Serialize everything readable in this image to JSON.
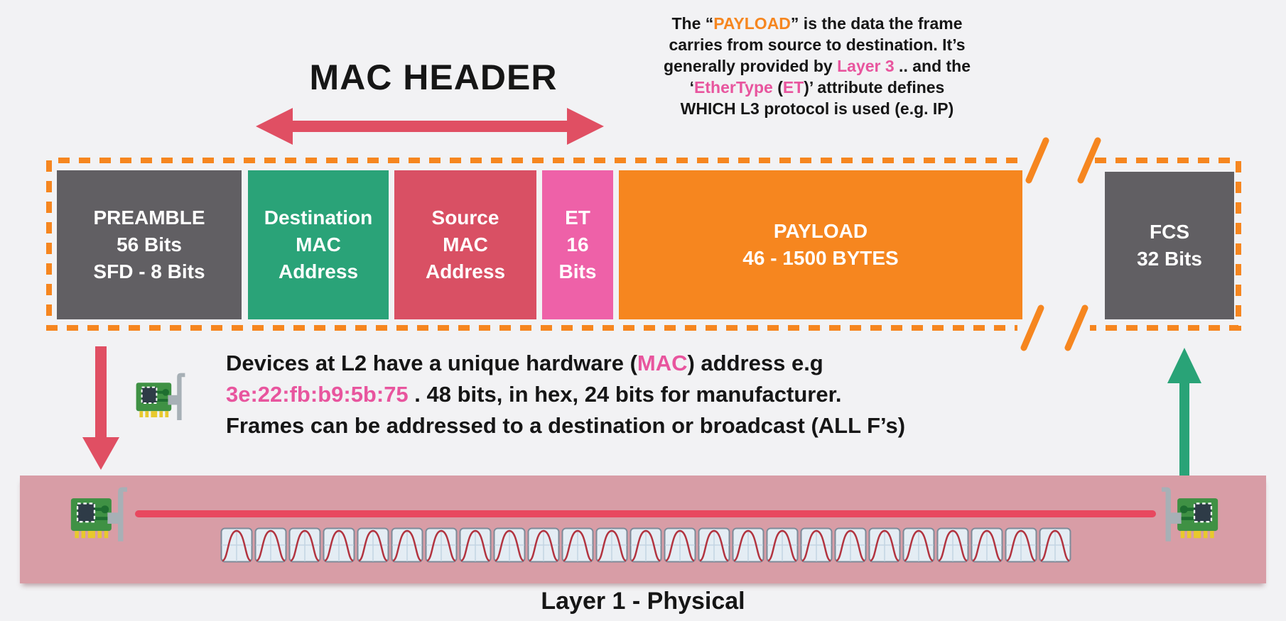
{
  "colors": {
    "bg": "#f2f2f4",
    "text-dark": "#161616",
    "text-orange": "#f6861f",
    "text-pink": "#e8559e",
    "gray-box": "#615f63",
    "green-box": "#2aa378",
    "red-box": "#d95064",
    "pink-box": "#ee61a8",
    "orange-box": "#f6861f",
    "dash-orange": "#f6861f",
    "arrow-red": "#e04f63",
    "arrow-green": "#29a377",
    "band-pink": "#d89da6",
    "wire-red": "#e8485f",
    "wave-bg": "#e4edf4",
    "wave-border": "#7e8b99",
    "wave-grid": "#c3d5e3",
    "wave-red": "#b23440",
    "nic-green": "#3f9144",
    "nic-trace": "#1e6e30",
    "nic-dark": "#2e3b47",
    "nic-gray": "#a7b0b6",
    "nic-yellow": "#e8c92d"
  },
  "icons": {
    "nic": "network-interface-card-icon",
    "mac-header-span-arrow": "double-headed-arrow",
    "down-arrow": "arrow-down",
    "up-arrow": "arrow-up"
  },
  "header": {
    "title": "MAC HEADER"
  },
  "payload_note": {
    "line1_pre": "The “",
    "line1_hl": "PAYLOAD",
    "line1_post": "” is the data the frame",
    "line2": "carries from source to destination. It’s",
    "line3_pre": "generally provided by ",
    "line3_hl": "Layer 3",
    "line3_post": " .. and the",
    "line4_pre": "‘",
    "line4_hl1": "EtherType",
    "line4_mid": " (",
    "line4_hl2": "ET",
    "line4_post": ")’ attribute defines",
    "line5": "WHICH L3 protocol is used (e.g. IP)"
  },
  "frame": {
    "fields": [
      {
        "id": "preamble",
        "lines": [
          "PREAMBLE",
          "56 Bits",
          "SFD - 8 Bits"
        ]
      },
      {
        "id": "dest-mac",
        "lines": [
          "Destination",
          "MAC",
          "Address"
        ]
      },
      {
        "id": "src-mac",
        "lines": [
          "Source",
          "MAC",
          "Address"
        ]
      },
      {
        "id": "ethertype",
        "lines": [
          "ET",
          "16",
          "Bits"
        ]
      },
      {
        "id": "payload",
        "lines": [
          "PAYLOAD",
          "46 - 1500 BYTES"
        ]
      },
      {
        "id": "fcs",
        "lines": [
          "FCS",
          "32 Bits"
        ]
      }
    ]
  },
  "mac_note": {
    "line1_pre": "Devices at L2 have a unique hardware (",
    "line1_hl": "MAC",
    "line1_post": ") address e.g",
    "line2_hl": "3e:22:fb:b9:5b:75",
    "line2_post": " . 48 bits, in hex, 24 bits for manufacturer.",
    "line3": "Frames can be addressed to a destination or broadcast (ALL F’s)"
  },
  "physical": {
    "label": "Layer 1 - Physical",
    "wave_cycles": 25
  }
}
